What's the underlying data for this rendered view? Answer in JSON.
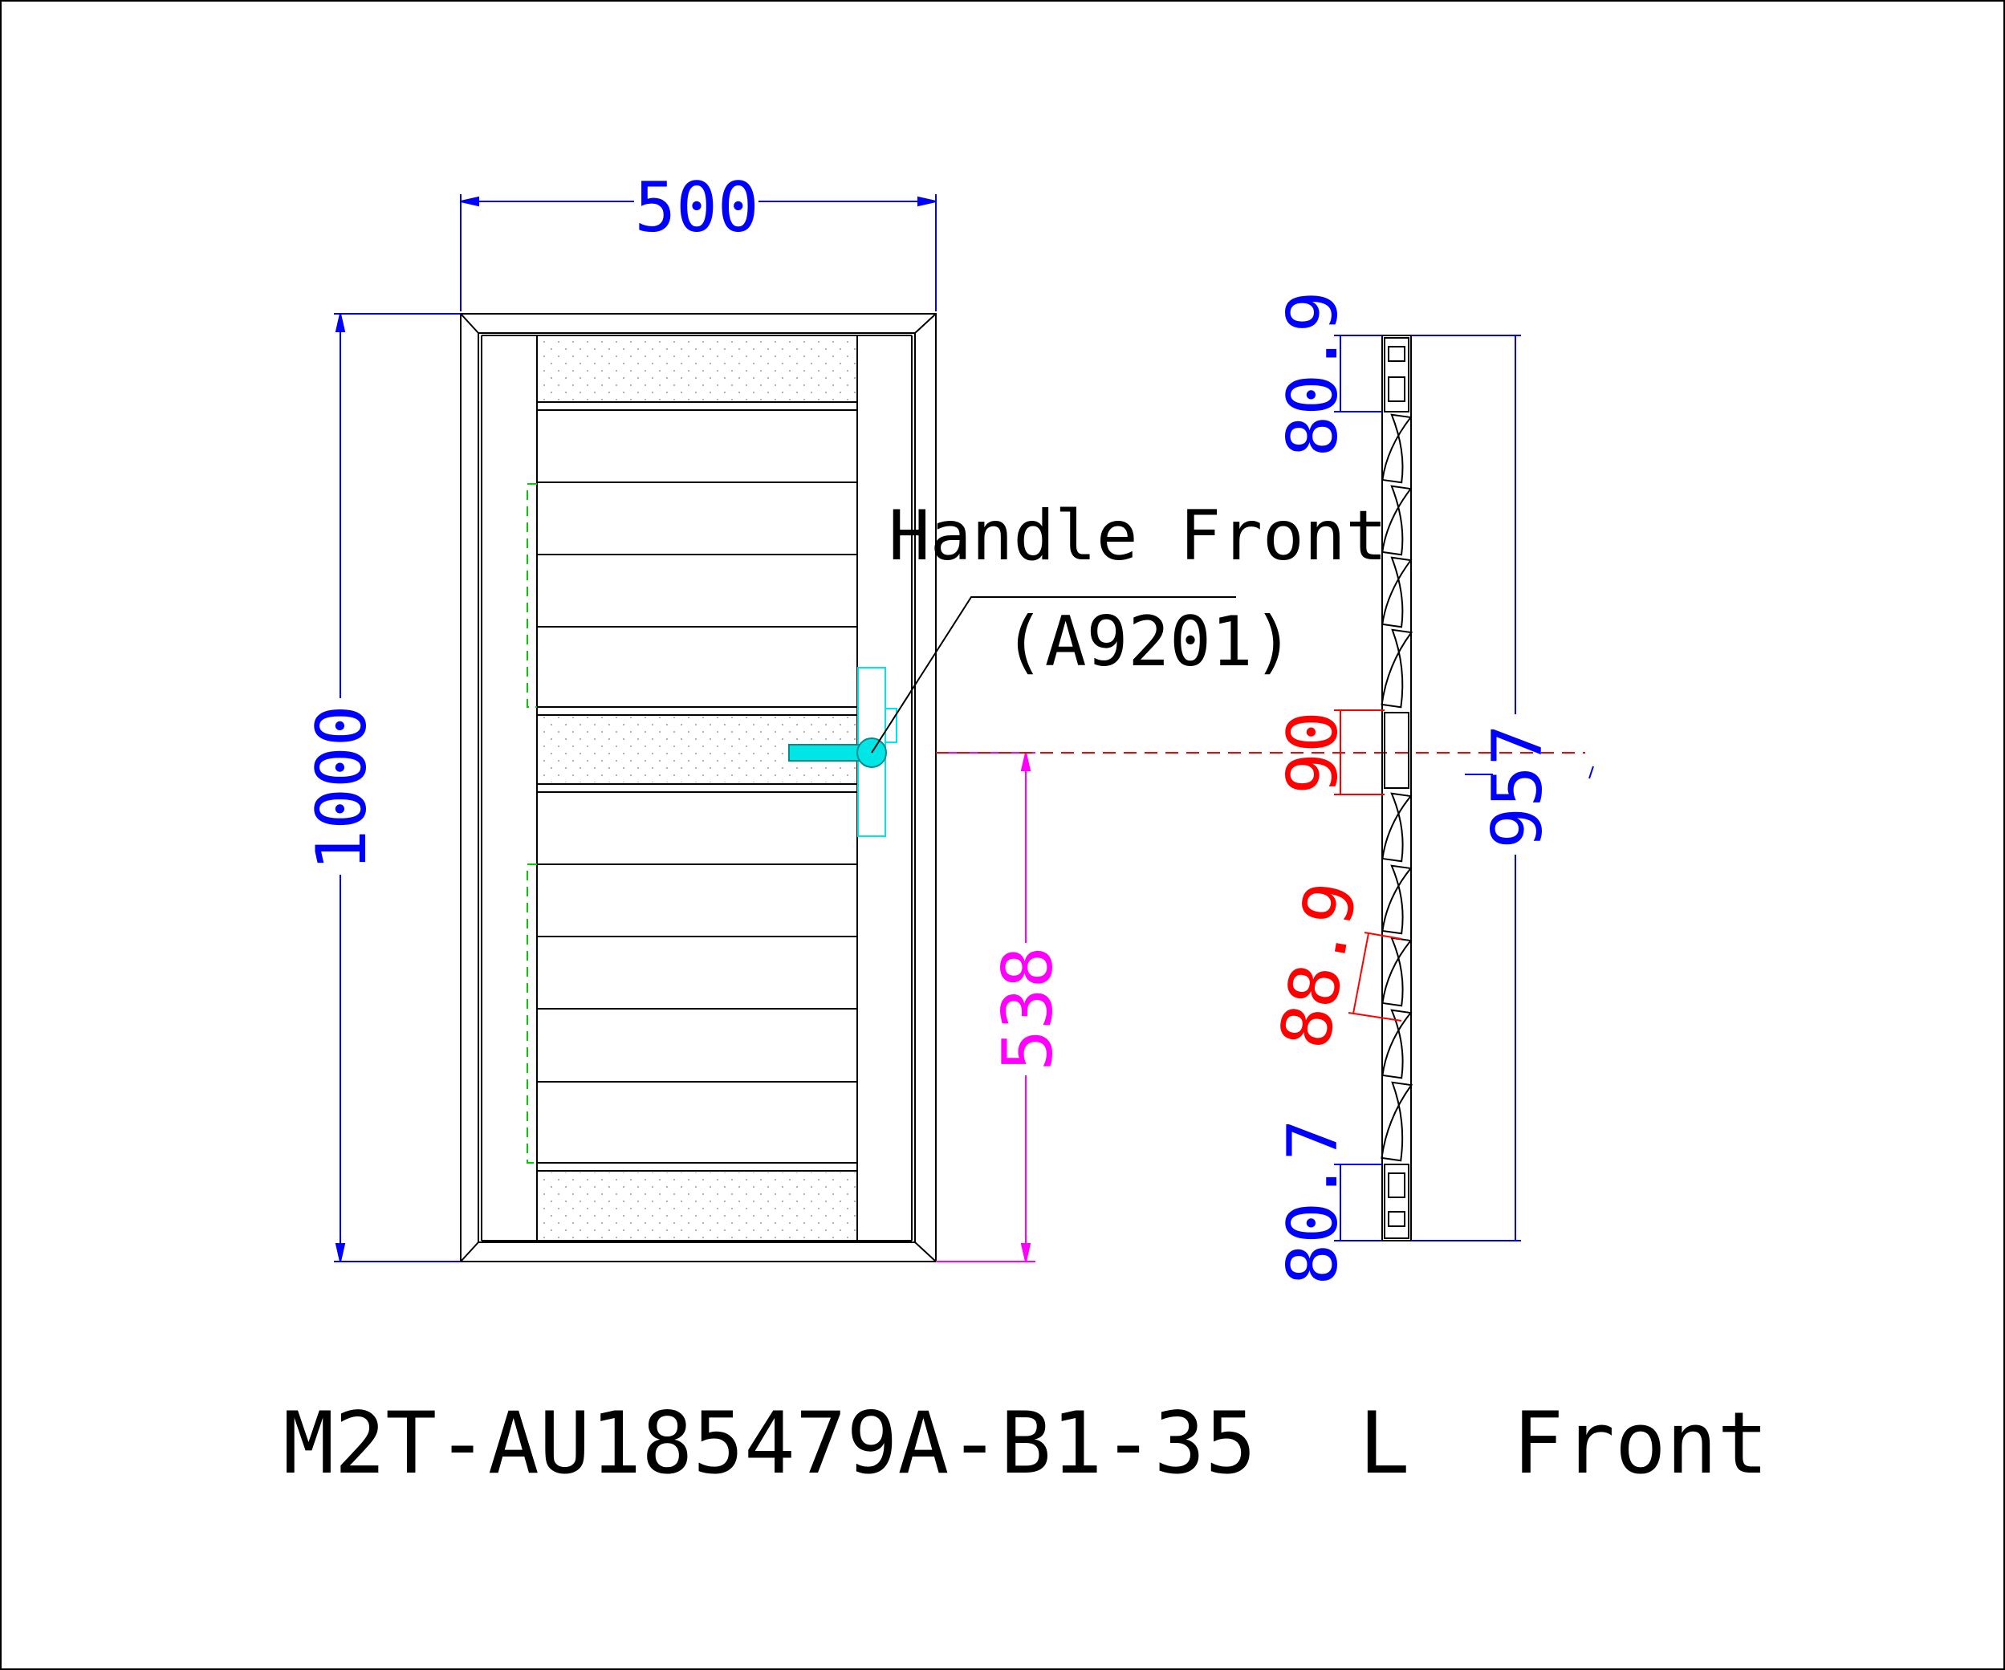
{
  "drawing_title": "M2T-AU185479A-B1-35  L  Front",
  "callout": {
    "line1": "Handle Front",
    "line2": "(A9201)"
  },
  "dimensions": {
    "width": "500",
    "height": "1000",
    "handle_height": "538",
    "top_rail": "80.9",
    "bottom_rail": "80.7",
    "mid_rail": "90",
    "slat_pitch": "88.9",
    "section_height": "957"
  },
  "colors": {
    "outline": "#000000",
    "dimension_blue": "#0000ff",
    "dimension_red": "#ff0000",
    "dimension_magenta": "#ff00ff",
    "handle_cyan": "#00e5e5",
    "hinge_green": "#00cc00"
  }
}
